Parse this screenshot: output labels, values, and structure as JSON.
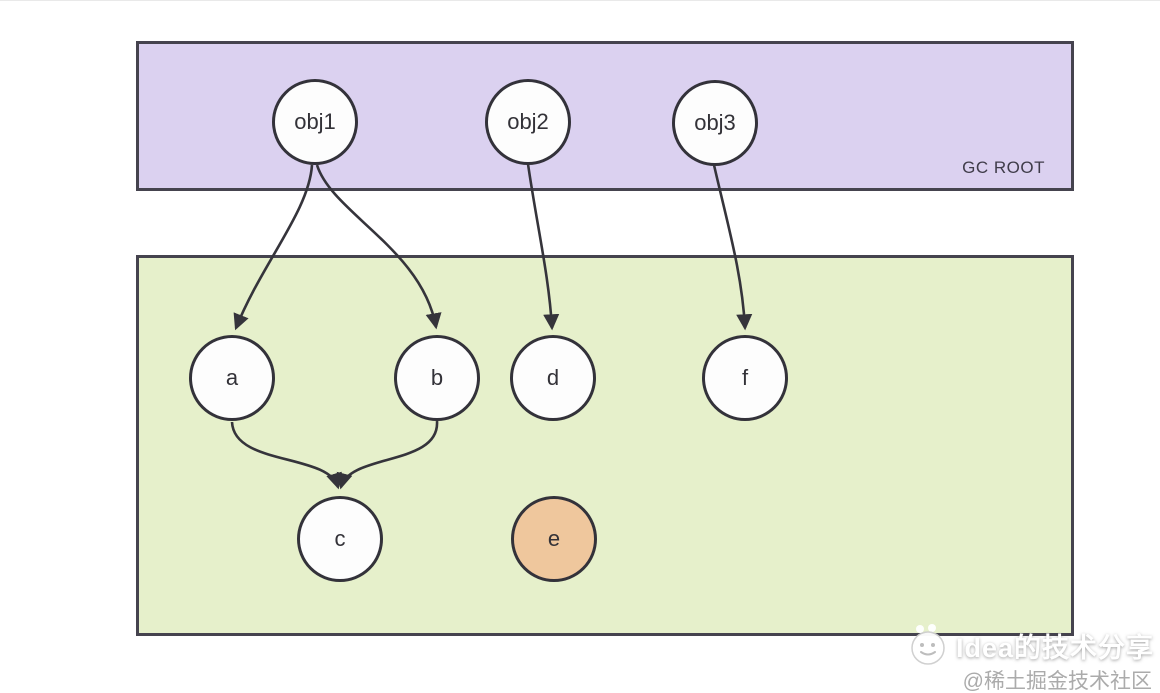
{
  "diagram": {
    "type": "diagram",
    "regions": {
      "gc_root": {
        "label": "GC ROOT",
        "fill": "#dbd1f0",
        "border": "#45434e"
      },
      "heap": {
        "label": "",
        "fill": "#e6f0cb",
        "border": "#45434e"
      }
    },
    "nodes": {
      "obj1": {
        "label": "obj1",
        "region": "gc_root",
        "fill": "#fdfdfd"
      },
      "obj2": {
        "label": "obj2",
        "region": "gc_root",
        "fill": "#fdfdfd"
      },
      "obj3": {
        "label": "obj3",
        "region": "gc_root",
        "fill": "#fdfdfd"
      },
      "a": {
        "label": "a",
        "region": "heap",
        "fill": "#fdfdfd"
      },
      "b": {
        "label": "b",
        "region": "heap",
        "fill": "#fdfdfd"
      },
      "c": {
        "label": "c",
        "region": "heap",
        "fill": "#fdfdfd"
      },
      "d": {
        "label": "d",
        "region": "heap",
        "fill": "#fdfdfd"
      },
      "e": {
        "label": "e",
        "region": "heap",
        "fill": "#efc79d"
      },
      "f": {
        "label": "f",
        "region": "heap",
        "fill": "#fdfdfd"
      }
    },
    "edges": [
      {
        "from": "obj1",
        "to": "a"
      },
      {
        "from": "obj1",
        "to": "b"
      },
      {
        "from": "obj2",
        "to": "d"
      },
      {
        "from": "obj3",
        "to": "f"
      },
      {
        "from": "a",
        "to": "c"
      },
      {
        "from": "b",
        "to": "c"
      }
    ],
    "colors": {
      "edge_stroke": "#35343b",
      "node_border": "#33323a",
      "text": "#333238"
    }
  },
  "watermark": {
    "line1": "Idea的技术分享",
    "line2": "@稀土掘金技术社区"
  }
}
